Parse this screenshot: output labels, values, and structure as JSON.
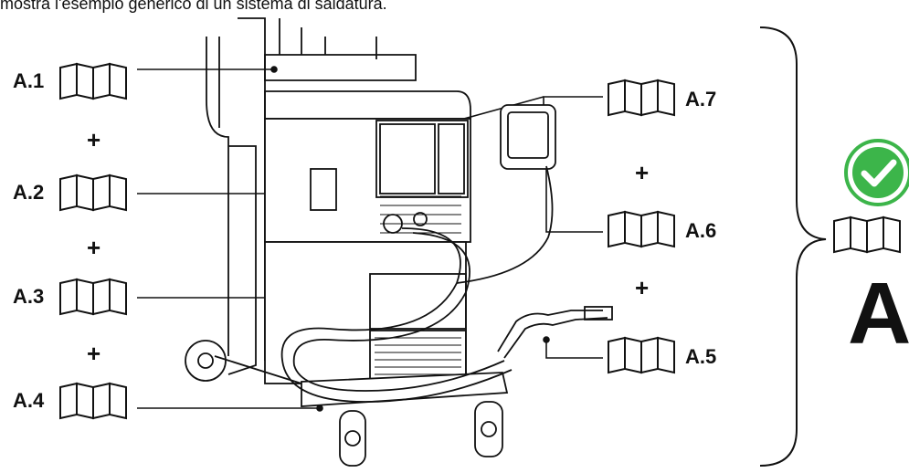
{
  "caption": "mostra l'esempio generico di un sistema di saldatura.",
  "labels": {
    "a1": "A.1",
    "a2": "A.2",
    "a3": "A.3",
    "a4": "A.4",
    "a5": "A.5",
    "a6": "A.6",
    "a7": "A.7"
  },
  "plus_sign": "+",
  "summary_letter": "A",
  "colors": {
    "check": "#3cb54a",
    "line": "#111111"
  },
  "icons": [
    "manual-book-icon",
    "check-circle-icon",
    "welding-machine-illustration"
  ]
}
